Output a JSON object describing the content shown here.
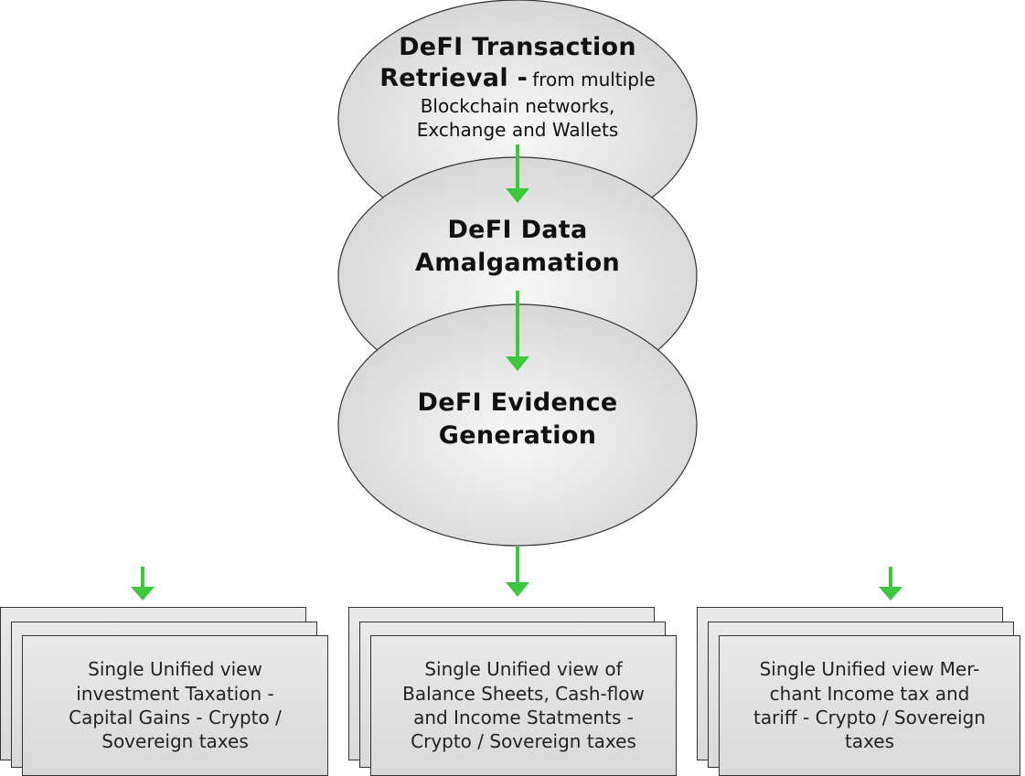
{
  "stages": [
    {
      "title_line1": "DeFI Transaction",
      "title_line2": "Retrieval -",
      "subtitle_inline": "from multiple",
      "subtitle_line2": "Blockchain networks,",
      "subtitle_line3": "Exchange and Wallets"
    },
    {
      "title_line1": "DeFI Data",
      "title_line2": "Amalgamation"
    },
    {
      "title_line1": "DeFI Evidence",
      "title_line2": "Generation"
    }
  ],
  "outputs": [
    {
      "lines": [
        "Single Unified view",
        "investment Taxation -",
        "Capital Gains - Crypto /",
        "Sovereign taxes"
      ]
    },
    {
      "lines": [
        "Single Unified view of",
        "Balance Sheets, Cash-flow",
        "and Income Statments -",
        "Crypto / Sovereign taxes"
      ]
    },
    {
      "lines": [
        "Single Unified view Mer-",
        "chant Income tax and",
        "tariff - Crypto / Sovereign",
        "taxes"
      ]
    }
  ],
  "colors": {
    "arrow": "#3cc83c",
    "ellipse_fill_center": "#f7f7f7",
    "ellipse_fill_edge": "#d6d6d6",
    "card_fill": "#e2e2e2",
    "outline": "#333333"
  }
}
